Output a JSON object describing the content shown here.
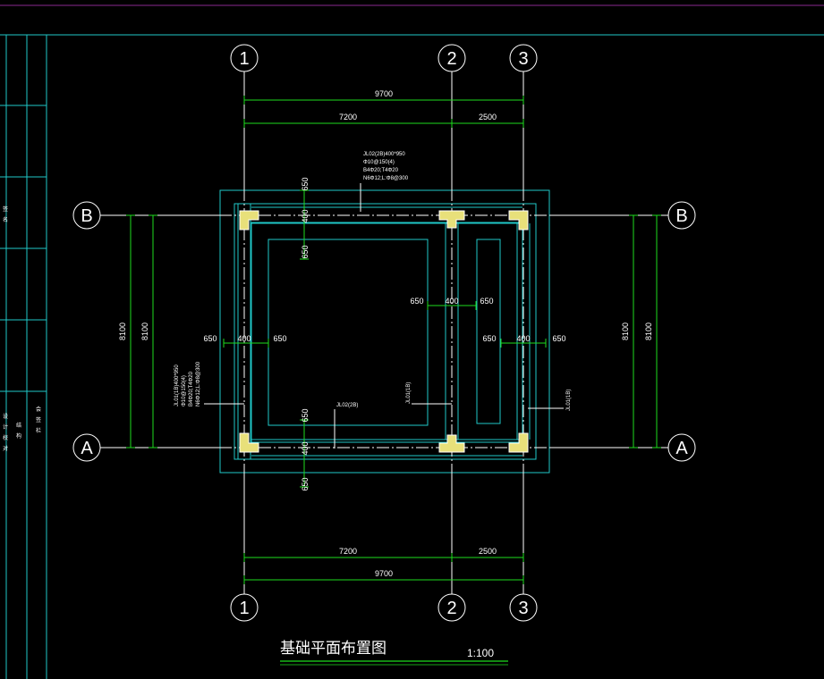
{
  "colors": {
    "background": "#000000",
    "frame": "#8a2a8f",
    "cyan": "#1fc8c8",
    "green": "#1edc1e",
    "white": "#ffffff",
    "column": "#e8e07a"
  },
  "axes": {
    "vertical": [
      "1",
      "2",
      "3"
    ],
    "horizontal": [
      "A",
      "B"
    ]
  },
  "dims": {
    "overall": "9700",
    "bay1": "7200",
    "bay2": "2500",
    "side": "8100",
    "edge": "650",
    "wall": "400"
  },
  "notes": {
    "top_beam": [
      "JL02(2B)400*950",
      "Φ10@150(4)",
      "B4Φ20;T4Φ20",
      "N6Φ12;L:Φ8@300"
    ],
    "left_beam": [
      "JL01(1B)400*950",
      "Φ10@150(4)",
      "B4Φ20;T4Φ20",
      "N6Φ12;L:Φ8@300"
    ],
    "mid_beam": "JL02(2B)",
    "center_v_beam": "JL01(1B)",
    "right_v_beam": "JL01(1B)"
  },
  "title": "基础平面布置图",
  "scale": "1:100",
  "title_block": {
    "col1": [
      "设",
      "计",
      "校",
      "对"
    ],
    "col2": [
      "签",
      "名"
    ],
    "col3": [
      "结",
      "构"
    ],
    "col4": [
      "会",
      "签",
      "栏"
    ]
  }
}
